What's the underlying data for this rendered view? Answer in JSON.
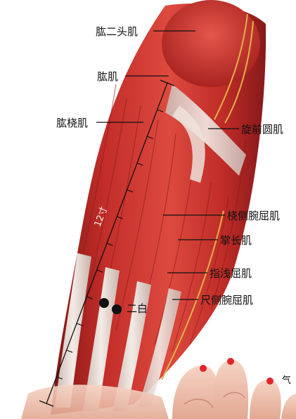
{
  "labels": {
    "biceps": "肱二头肌",
    "brachialis": "肱肌",
    "brachioradialis": "肱桡肌",
    "pronator_teres": "旋前圆肌",
    "flexor_carpi_radialis": "桡侧腕屈肌",
    "palmaris_longus": "掌长肌",
    "flexor_digitorum_superficialis": "指浅屈肌",
    "flexor_carpi_ulnaris": "尺侧腕屈肌"
  },
  "point_label": "二白",
  "measure_label": "12寸",
  "finger_label": "气",
  "colors": {
    "muscle": "#c8322e",
    "muscle_dark": "#8e1a18",
    "tendon": "#e9dcd6",
    "acupoint": "#111111",
    "finger_point": "#e0262b",
    "skin": "#f1c7b4"
  }
}
